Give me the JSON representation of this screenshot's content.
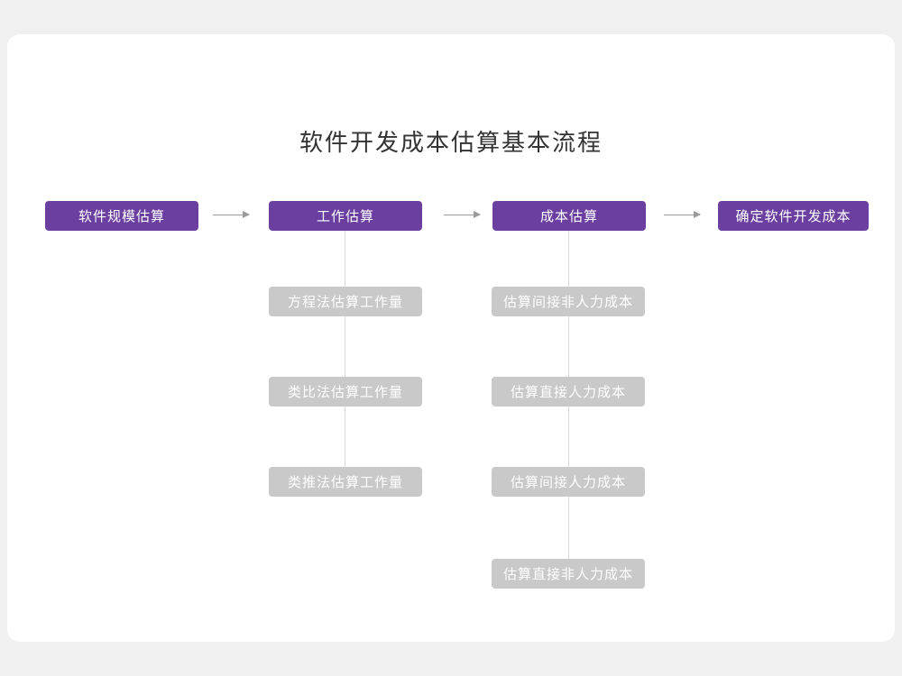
{
  "title": "软件开发成本估算基本流程",
  "main_flow": [
    {
      "label": "软件规模估算"
    },
    {
      "label": "工作估算"
    },
    {
      "label": "成本估算"
    },
    {
      "label": "确定软件开发成本"
    }
  ],
  "work_sub_steps": [
    {
      "label": "方程法估算工作量"
    },
    {
      "label": "类比法估算工作量"
    },
    {
      "label": "类推法估算工作量"
    }
  ],
  "cost_sub_steps": [
    {
      "label": "估算间接非人力成本"
    },
    {
      "label": "估算直接人力成本"
    },
    {
      "label": "估算间接人力成本"
    },
    {
      "label": "估算直接非人力成本"
    }
  ],
  "colors": {
    "primary": "#6b3fa0",
    "sub_box": "#c9c9c9",
    "arrow": "#9b9b9b",
    "connector": "#d9d9d9",
    "page_bg": "#f0f0f1",
    "card_bg": "#ffffff",
    "title_color": "#333333"
  }
}
